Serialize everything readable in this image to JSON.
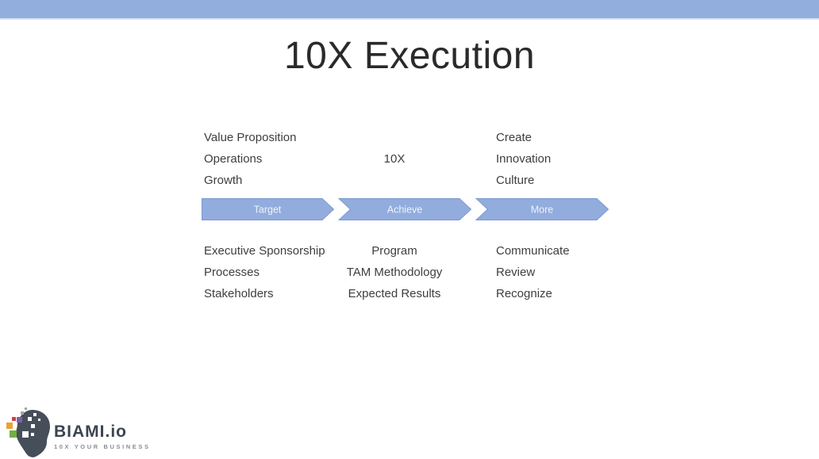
{
  "slide": {
    "title": "10X Execution",
    "accent_bar_color": "#92AEDC"
  },
  "diagram": {
    "center_label": "10X",
    "arrow_fill": "#92ACDD",
    "arrow_stroke": "#7C99D2",
    "arrows": [
      {
        "label": "Target"
      },
      {
        "label": "Achieve"
      },
      {
        "label": "More"
      }
    ],
    "top_left_items": [
      "Value Proposition",
      "Operations",
      "Growth"
    ],
    "top_right_items": [
      "Create",
      "Innovation",
      "Culture"
    ],
    "bottom_left_items": [
      "Executive Sponsorship",
      "Processes",
      "Stakeholders"
    ],
    "bottom_center_items": [
      "Program",
      "TAM Methodology",
      "Expected Results"
    ],
    "bottom_right_items": [
      "Communicate",
      "Review",
      "Recognize"
    ]
  },
  "footer": {
    "brand": "BIAMI.io",
    "tagline": "10X YOUR BUSINESS",
    "logo": {
      "head_color": "#454E59",
      "square_colors": {
        "red": "#C84440",
        "purple": "#7F5FA8",
        "orange": "#E8A33C",
        "green": "#72AE44",
        "gray": "#9FA6AD"
      }
    }
  }
}
